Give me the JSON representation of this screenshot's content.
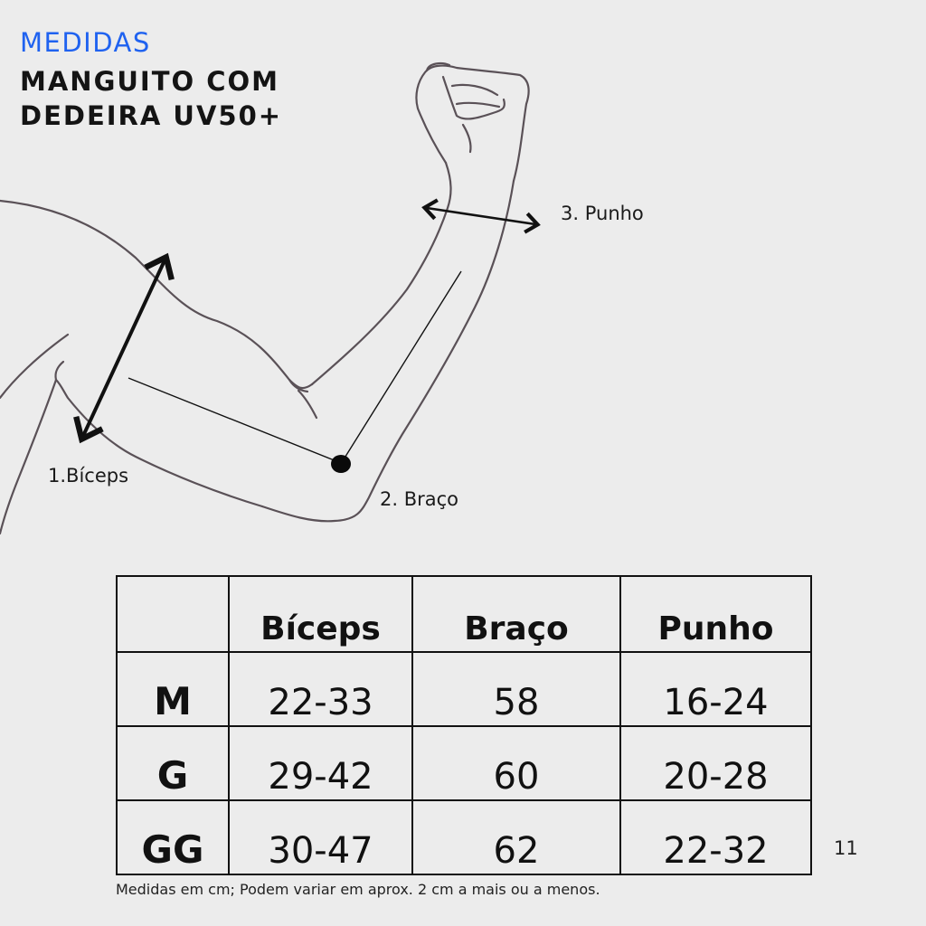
{
  "header": {
    "eyebrow": "MEDIDAS",
    "title_line1": "MANGUITO COM",
    "title_line2": "DEDEIRA UV50+"
  },
  "illustration": {
    "labels": {
      "biceps": "1.Bíceps",
      "braco": "2. Braço",
      "punho": "3. Punho"
    }
  },
  "size_table": {
    "columns": [
      "",
      "Bíceps",
      "Braço",
      "Punho"
    ],
    "rows": [
      {
        "size": "M",
        "biceps": "22-33",
        "braco": "58",
        "punho": "16-24"
      },
      {
        "size": "G",
        "biceps": "29-42",
        "braco": "60",
        "punho": "20-28"
      },
      {
        "size": "GG",
        "biceps": "30-47",
        "braco": "62",
        "punho": "22-32"
      }
    ]
  },
  "footnote": "Medidas em cm; Podem variar em aprox. 2 cm a mais ou a menos.",
  "page_number": "11",
  "colors": {
    "accent": "#1f62f0",
    "background": "#ececec",
    "ink": "#111111",
    "line": "#5a5157"
  }
}
